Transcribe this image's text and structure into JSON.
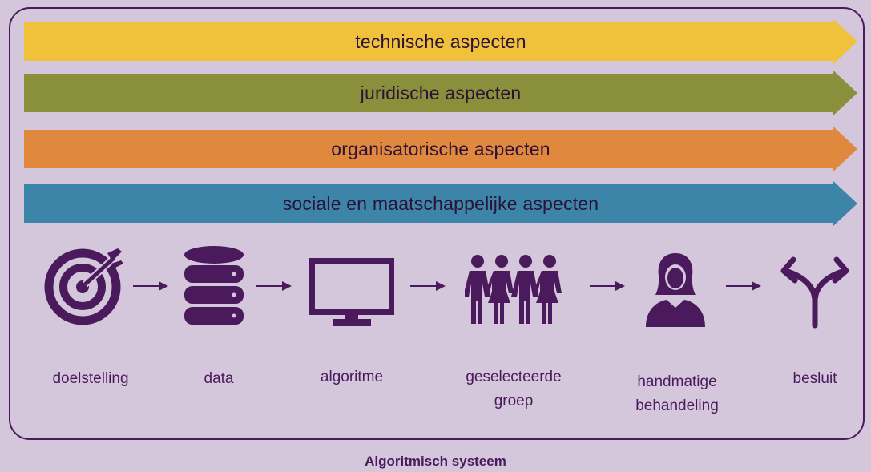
{
  "bands": [
    {
      "label": "technische aspecten",
      "color": "#f0c13a"
    },
    {
      "label": "juridische aspecten",
      "color": "#8a8f3c"
    },
    {
      "label": "organisatorische aspecten",
      "color": "#e0893e"
    },
    {
      "label": "sociale en maatschappelijke aspecten",
      "color": "#3d85a8"
    }
  ],
  "steps": [
    {
      "label": "doelstelling",
      "icon": "target-icon"
    },
    {
      "label": "data",
      "icon": "database-icon"
    },
    {
      "label": "algoritme",
      "icon": "monitor-icon"
    },
    {
      "label_line1": "geselecteerde",
      "label_line2": "groep",
      "icon": "people-group-icon"
    },
    {
      "label_line1": "handmatige",
      "label_line2": "behandeling",
      "icon": "person-icon"
    },
    {
      "label": "besluit",
      "icon": "split-arrow-icon"
    }
  ],
  "caption": "Algoritmisch systeem",
  "colors": {
    "background": "#d4c7dc",
    "accent": "#4a1a5c"
  }
}
